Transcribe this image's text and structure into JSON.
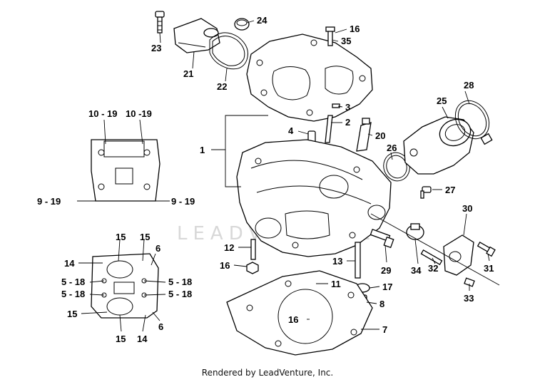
{
  "watermark": "LEADVENTURE",
  "footer": "Rendered by LeadVenture, Inc.",
  "callouts": {
    "c1": "1",
    "c2": "2",
    "c3": "3",
    "c4": "4",
    "c6a": "6",
    "c6b": "6",
    "c7": "7",
    "c8": "8",
    "c9a": "9 - 19",
    "c9b": "9 - 19",
    "c10a": "10 - 19",
    "c10b": "10 -19",
    "c11": "11",
    "c12": "12",
    "c13": "13",
    "c14a": "14",
    "c14b": "14",
    "c15a": "15",
    "c15b": "15",
    "c15c": "15",
    "c15d": "15",
    "c16a": "16",
    "c16b": "16",
    "c16c": "16",
    "c17": "17",
    "c5a": "5 - 18",
    "c5b": "5 - 18",
    "c5c": "5 - 18",
    "c5d": "5 - 18",
    "c20": "20",
    "c21": "21",
    "c22": "22",
    "c23": "23",
    "c24": "24",
    "c25": "25",
    "c26": "26",
    "c27": "27",
    "c28": "28",
    "c29": "29",
    "c30": "30",
    "c31": "31",
    "c32": "32",
    "c33": "33",
    "c34": "34",
    "c35": "35"
  }
}
